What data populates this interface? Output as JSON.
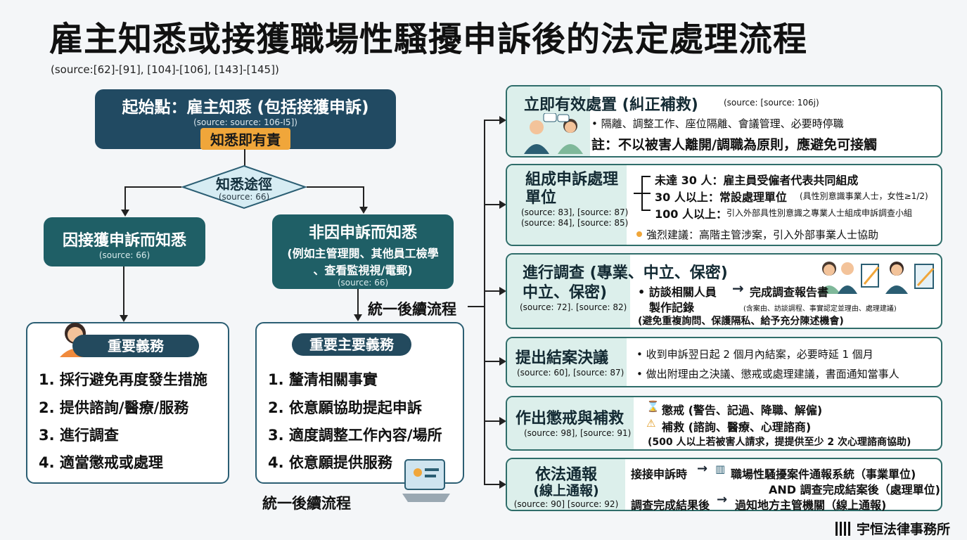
{
  "title": "雇主知悉或接獲職場性騷擾申訴後的法定處理流程",
  "title_source": "(source:[62]-[91], [104]-[106], [143]-[145])",
  "start": {
    "title": "起始點：雇主知悉 (包括接獲申訴)",
    "source": "(source: source: 106-I5])",
    "badge": "知悉即有責"
  },
  "diamond": {
    "label": "知悉途徑",
    "source": "(source: 66)"
  },
  "left_branch": {
    "title": "因接獲申訴而知悉",
    "source": "(source: 66)"
  },
  "right_branch": {
    "title": "非因申訴而知悉",
    "line1": "(例如主管理閱、其他員工檢學",
    "line2": "、查看監視視/電郵)",
    "source": "(source: 66)"
  },
  "unified_label_1": "統一後續流程",
  "unified_label_2": "統一後續流程",
  "duties_left": {
    "header": "重要義務",
    "items": [
      "1. 採行避免再度發生措施",
      "2. 提供諮詢/醫療/服務",
      "3. 進行調查",
      "4. 適當懲戒或處理"
    ]
  },
  "duties_right": {
    "header": "重要主要義務",
    "items": [
      "1. 釐清相關事實",
      "2. 依意願協助提起申訴",
      "3. 適度調整工作內容/場所",
      "4. 依意願提供服務"
    ]
  },
  "steps": {
    "s1": {
      "title": "立即有效處置 (糾正補救)",
      "source": "(source: [source: 106j)",
      "bullet": "• 隔離、調整工作、座位隔離、會議管理、必要時停職",
      "note": "註：不以被害人離開/調職為原則，應避免可接觸"
    },
    "s2": {
      "title": "組成申訴處理單位",
      "source1": "(source: 83], [source: 87)",
      "source2": "(source: 84], [source: 85)",
      "r1_bold": "未達 30 人：雇主員受僱者代表共同組成",
      "r2_bold": "30 人以上：常設處理單位",
      "r2_small": "(具性別意識事業人士，女性≥1/2)",
      "r3_bold": "100 人以上：",
      "r3_small": "引入外部具性別意識之專業人士組成申訴調查小組",
      "advice": "強烈建議：高階主管涉案，引入外部事業人士協助"
    },
    "s3": {
      "title": "進行調查 (專業、中立、保密)",
      "subtitle": "中立、保密)",
      "source": "(source: 72]. [source: 82)",
      "b1": "• 訪談相關人員",
      "b1_right": "完成調查報告書",
      "b2": "製作記錄",
      "b2_small": "(含案由、訪談調程、事實認定並理由、處理建議)",
      "b3": "(避免重複詢問、保護隔私、給予充分陳述機會)"
    },
    "s4": {
      "title": "提出結案決議",
      "source": "(source: 60], [source: 87)",
      "b1": "• 收到申訴翌日起 2 個月內結案，必要時延 1 個月",
      "b2": "• 做出附理由之決議、懲戒或處理建議，書面通知當事人"
    },
    "s5": {
      "title": "作出懲戒與補救",
      "source": "(source: 98], [source: 91)",
      "b1": "懲戒 (警告、記過、降職、解僱)",
      "b2": "補救 (諮詢、醫療、心理諮商)",
      "b3": "(500 人以上若被害人請求，提提供至少 2 次心理諮商協助)"
    },
    "s6": {
      "title": "依法通報",
      "subtitle": "(線上通報)",
      "source": "(source: 90] [source: 92)",
      "r1_left": "接接申訴時",
      "r1_right": "職場性騷擾案件通報系統（事業單位)",
      "r2": "AND 調查完成結案後（處理單位)",
      "r3_left": "調查完成結果後",
      "r3_right": "過知地方主管機關（線上通報)"
    }
  },
  "footer_logo": "宇恒法律事務所",
  "colors": {
    "navy": "#214a62",
    "teal": "#1f5f66",
    "accent": "#f0a63a",
    "mint": "#dcefeb"
  }
}
